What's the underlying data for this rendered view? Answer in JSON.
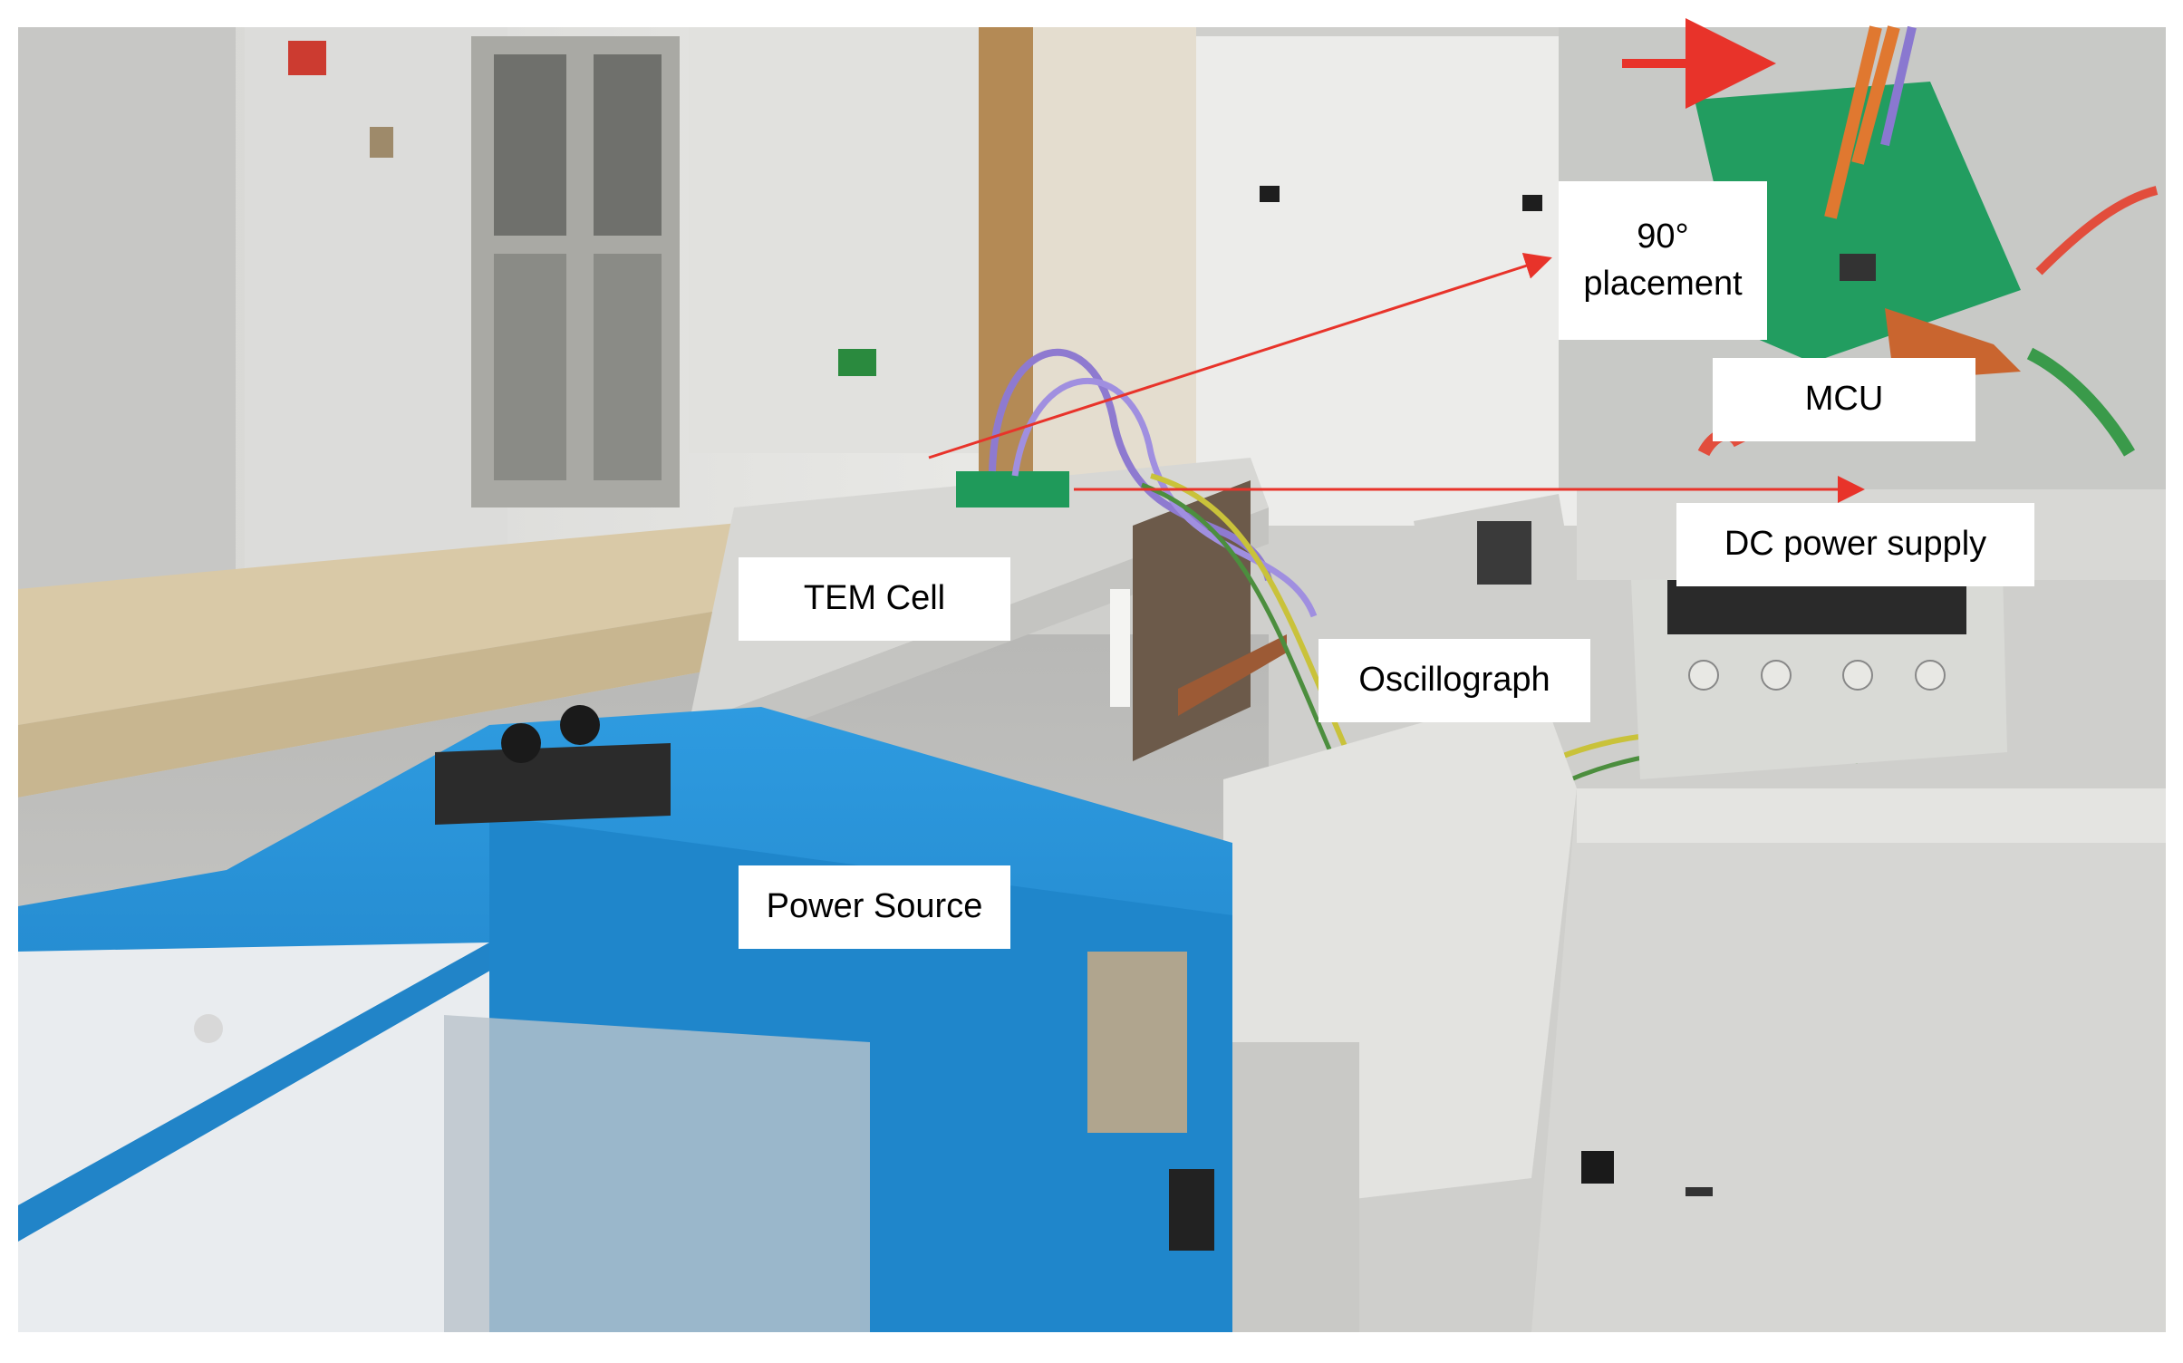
{
  "labels": {
    "placement_line1": "90°",
    "placement_line2": "placement",
    "mcu": "MCU",
    "dc_power_supply": "DC power supply",
    "tem_cell": "TEM Cell",
    "oscillograph": "Oscillograph",
    "power_source": "Power Source"
  },
  "colors": {
    "annotation_arrow": "#e8332a",
    "power_source_blue": "#2a93d8",
    "pcb_green": "#1f9a5a",
    "label_background": "#ffffff"
  }
}
